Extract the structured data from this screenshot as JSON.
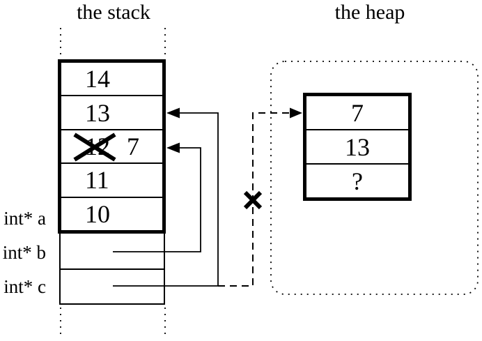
{
  "titles": {
    "stack": "the stack",
    "heap": "the heap"
  },
  "stack": {
    "cells": [
      {
        "value": "14",
        "crossed_out": false
      },
      {
        "value": "13",
        "crossed_out": false
      },
      {
        "value": "12",
        "crossed_out": true,
        "new_value": "7"
      },
      {
        "value": "11",
        "crossed_out": false
      },
      {
        "value": "10",
        "crossed_out": false
      }
    ],
    "pointer_labels": [
      "int* a",
      "int* b",
      "int* c"
    ]
  },
  "heap": {
    "cells": [
      "7",
      "13",
      "?"
    ]
  },
  "colors": {
    "line": "#000000",
    "background": "#ffffff"
  }
}
